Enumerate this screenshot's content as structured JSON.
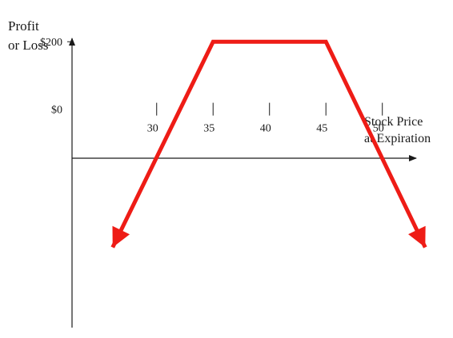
{
  "chart_data": {
    "type": "line",
    "ylabel_line1": "Profit",
    "ylabel_line2": "or Loss",
    "xlabel_line1": "Stock Price",
    "xlabel_line2": "at Expiration",
    "x_ticks": [
      30,
      35,
      40,
      45,
      50
    ],
    "x_tick_labels": [
      "30",
      "35",
      "40",
      "45",
      "50"
    ],
    "y_ticks": [
      0,
      200
    ],
    "y_tick_labels": [
      "$0",
      "$200"
    ],
    "xlim": [
      22.5,
      53
    ],
    "ylim": [
      -648,
      210
    ],
    "series": [
      {
        "color": "#ee1c16",
        "x": [
          26.1,
          35,
          45,
          53.8
        ],
        "y": [
          -410,
          200,
          200,
          -410
        ],
        "arrow_ends": true
      }
    ],
    "grid": false
  }
}
